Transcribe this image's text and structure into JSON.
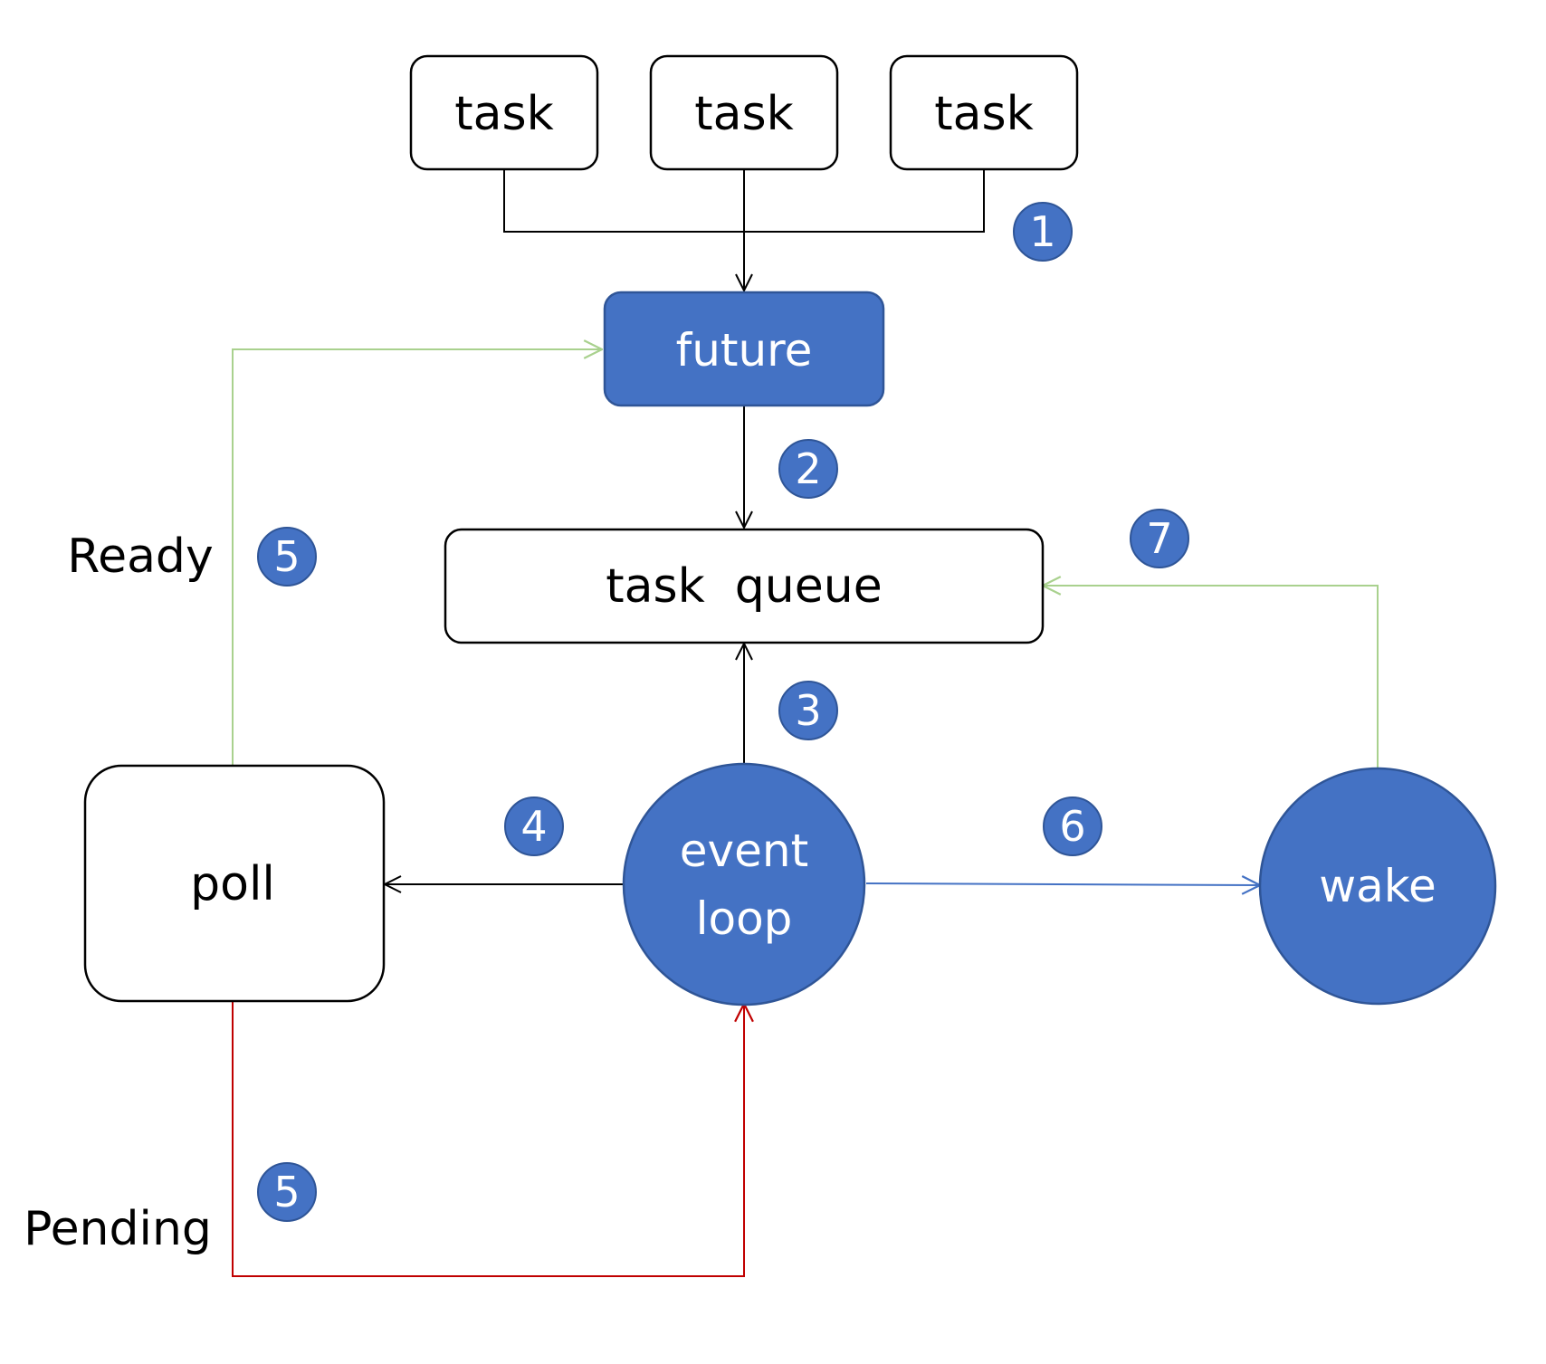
{
  "colors": {
    "accent_fill": "#4472c4",
    "accent_stroke": "#2f5597",
    "box_stroke": "#000000",
    "box_fill": "#ffffff",
    "arrow_black": "#000000",
    "arrow_green": "#a9d18e",
    "arrow_blue": "#4472c4",
    "arrow_red": "#c00000",
    "badge_fill": "#4472c4"
  },
  "nodes": {
    "task_1": "task",
    "task_2": "task",
    "task_3": "task",
    "future": "future",
    "task_queue": "task  queue",
    "poll": "poll",
    "event_loop_line1": "event",
    "event_loop_line2": "loop",
    "wake": "wake"
  },
  "labels": {
    "ready": "Ready",
    "pending": "Pending"
  },
  "steps": {
    "tasks_to_future": "1",
    "future_to_queue": "2",
    "loop_to_queue": "3",
    "loop_to_poll": "4",
    "ready_to_future": "5",
    "pending_to_loop": "5",
    "loop_to_wake": "6",
    "wake_to_queue": "7"
  }
}
